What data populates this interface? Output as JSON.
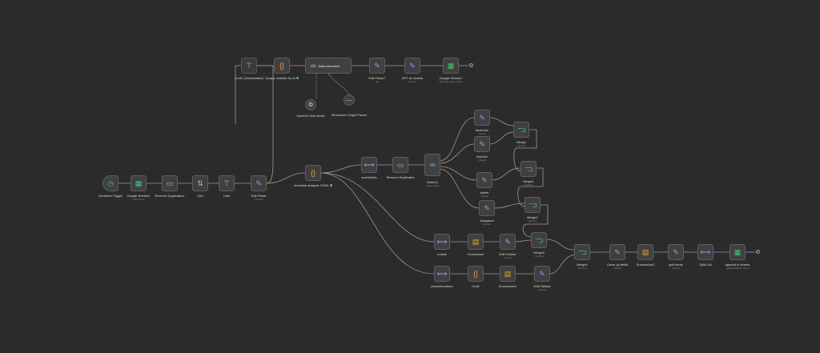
{
  "colors": {
    "background": "#2b2b2b",
    "node_fill": "#404040",
    "node_border": "#5e5e5e",
    "wire": "#9a9a9a",
    "green": "#3ec67a",
    "orange": "#f0a040",
    "purple": "#a98ef2",
    "teal": "#4fd2d8",
    "error": "#e06c6c"
  },
  "nodes": {
    "schedule_trigger": {
      "label": "Schedule Trigger",
      "icon": "clock-icon"
    },
    "google_sheets_1": {
      "label": "Google Sheets1",
      "sub": "read: sheet",
      "icon": "sheets-icon"
    },
    "remove_duplicates_1": {
      "label": "Remove Duplicates1",
      "icon": "dedupe-icon"
    },
    "sort": {
      "label": "Sort",
      "icon": "sort-icon"
    },
    "limit": {
      "label": "Limit",
      "icon": "limit-icon"
    },
    "edit_fields": {
      "label": "Edit Fields",
      "sub": "manual",
      "icon": "pencil-icon"
    },
    "limit1": {
      "label": "Limit1 (Deactivated)",
      "icon": "limit-icon"
    },
    "scrape_website": {
      "label": "Scrape website for AI",
      "icon": "code-icon"
    },
    "data_extraction": {
      "label": "Data extraction",
      "icon": "link-icon"
    },
    "openai_chat_model": {
      "label": "OpenAI Chat Model",
      "icon": "openai-icon"
    },
    "structured_output_parser": {
      "label": "Structured Output Parser",
      "icon": "parser-icon"
    },
    "edit_fields7": {
      "label": "Edit Fields7",
      "sub": "Set",
      "icon": "pencil-icon"
    },
    "set_for_sheets": {
      "label": "SET for sheets",
      "sub": "manual",
      "icon": "pencil-icon"
    },
    "google_sheets7": {
      "label": "Google Sheets7",
      "sub": "append/update: sheet",
      "icon": "sheets-icon"
    },
    "technical_analysis": {
      "label": "technical analysis HTML",
      "icon": "code-icon"
    },
    "social_links": {
      "label": "social links",
      "icon": "split-icon"
    },
    "remove_duplicates": {
      "label": "Remove Duplicates",
      "icon": "dedupe-icon"
    },
    "switch1": {
      "label": "Switch1",
      "sub": "mode: Rules",
      "icon": "switch-icon"
    },
    "facebook": {
      "label": "facebook",
      "sub": "manual",
      "icon": "pencil-icon"
    },
    "linkedin": {
      "label": "linkedin",
      "sub": "manual",
      "icon": "pencil-icon"
    },
    "twitter": {
      "label": "twitter",
      "sub": "manual",
      "icon": "pencil-icon"
    },
    "instagram": {
      "label": "instagram",
      "sub": "manual",
      "icon": "pencil-icon"
    },
    "merge": {
      "label": "Merge",
      "sub": "combine",
      "icon": "merge-icon"
    },
    "merge1": {
      "label": "Merge1",
      "sub": "combine",
      "icon": "merge-icon"
    },
    "merge2": {
      "label": "Merge2",
      "sub": "combine",
      "icon": "merge-icon"
    },
    "emails": {
      "label": "emails",
      "icon": "split-icon"
    },
    "summarize": {
      "label": "Summarize",
      "icon": "summarize-icon"
    },
    "edit_fields4": {
      "label": "Edit Fields4",
      "sub": "manual",
      "icon": "pencil-icon"
    },
    "merge3": {
      "label": "Merge3",
      "sub": "combine",
      "icon": "merge-icon"
    },
    "phone_numbers": {
      "label": "phoneNumbers",
      "icon": "split-icon"
    },
    "code": {
      "label": "Code",
      "icon": "code-icon"
    },
    "summarize1": {
      "label": "Summarize1",
      "icon": "summarize-icon"
    },
    "edit_fields6": {
      "label": "Edit Fields6",
      "sub": "manual",
      "icon": "pencil-icon"
    },
    "merge4": {
      "label": "Merge4",
      "sub": "combine",
      "icon": "merge-icon"
    },
    "clean_up_fields": {
      "label": "Clean up fields",
      "sub": "manual",
      "icon": "pencil-icon"
    },
    "summarize2": {
      "label": "Summarize2",
      "icon": "summarize-icon"
    },
    "split_items": {
      "label": "split items",
      "sub": "manual",
      "icon": "pencil-icon"
    },
    "split_out": {
      "label": "Split Out",
      "icon": "split-icon"
    },
    "append_to_sheets": {
      "label": "append to sheets",
      "sub": "append/update: sheet",
      "icon": "sheets-icon"
    }
  }
}
